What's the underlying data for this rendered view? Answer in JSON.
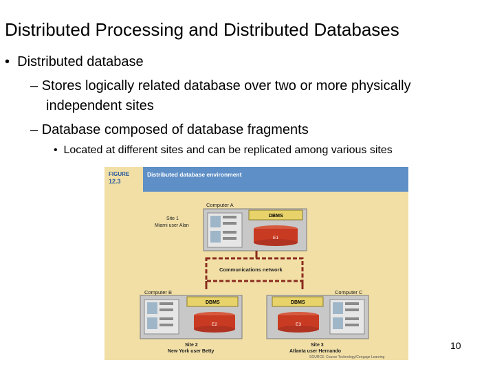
{
  "slide": {
    "title": "Distributed Processing and Distributed Databases",
    "bullet1": "Distributed database",
    "dash": "–",
    "bullet_dot": "•",
    "sub1_line1": "Stores logically related database over two or more physically",
    "sub1_line2": "independent sites",
    "sub2": "Database composed of database fragments",
    "subsub1": "Located at different sites and can be replicated among various sites",
    "page_number": "10"
  },
  "figure": {
    "label_line1": "FIGURE",
    "label_line2": "12.3",
    "caption": "Distributed database environment",
    "computer_a": "Computer A",
    "computer_b": "Computer B",
    "computer_c": "Computer C",
    "dbms": "DBMS",
    "e1": "E1",
    "e2": "E2",
    "e3": "E3",
    "site1_line1": "Site 1",
    "site1_line2": "Miami user Alan",
    "site2_line1": "Site 2",
    "site2_line2": "New York user Betty",
    "site3_line1": "Site 3",
    "site3_line2": "Atlanta user Hernando",
    "network": "Communications network",
    "source": "SOURCE: Course Technology/Cengage Learning",
    "colors": {
      "background": "#f1dfa6",
      "header_blue": "#5e8fc6",
      "computer": "#c8c8c8",
      "screen": "#9fb6c9",
      "dbms": "#e8d36a",
      "db": "#c93a22",
      "network": "#8a2b1f"
    }
  }
}
